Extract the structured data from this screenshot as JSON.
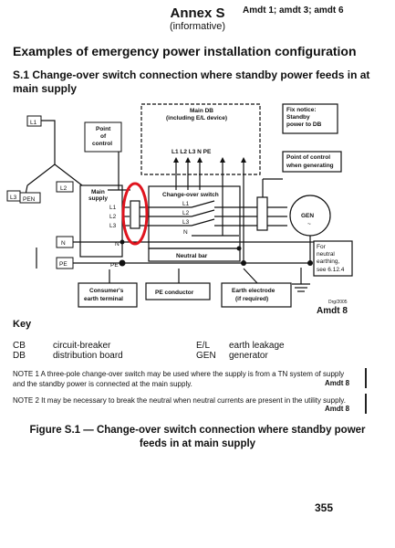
{
  "header": {
    "annex_title": "Annex S",
    "annex_subtitle": "(informative)",
    "amendments": "Amdt 1; amdt 3; amdt 6"
  },
  "section_heading": "Examples of emergency power installation configuration",
  "subsection_heading": "S.1 Change-over switch connection where standby power feeds in at main supply",
  "diagram": {
    "labels": {
      "l1_source": "L1",
      "l3_source": "L3",
      "pen": "PEN",
      "l2_source": "L2",
      "n_left": "N",
      "pe_left": "PE",
      "point_of_control_1": "Point",
      "point_of_control_2": "of",
      "point_of_control_3": "control",
      "main_supply_1": "Main",
      "main_supply_2": "supply",
      "ms_l1": "L1",
      "ms_l2": "L2",
      "ms_l3": "L3",
      "ms_n": "N",
      "ms_pe": "PE",
      "main_db_1": "Main DB",
      "main_db_2": "(including E/L device)",
      "db_terminals": "L1  L2  L3    N    PE",
      "changeover_switch": "Change-over switch",
      "cs_l1": "L1",
      "cs_l2": "L2",
      "cs_l3": "L3",
      "cs_n": "N",
      "neutral_bar": "Neutral bar",
      "fix_notice_1": "Fix notice:",
      "fix_notice_2": "Standby",
      "fix_notice_3": "power to DB",
      "poc_generating_1": "Point of control",
      "poc_generating_2": "when generating",
      "gen": "GEN",
      "gen_tilde": "~",
      "neutral_earthing_1": "For",
      "neutral_earthing_2": "neutral",
      "neutral_earthing_3": "earthing,",
      "neutral_earthing_4": "see 6.12.4",
      "consumer_earth_1": "Consumer's",
      "consumer_earth_2": "earth terminal",
      "pe_conductor": "PE conductor",
      "earth_electrode_1": "Earth electrode",
      "earth_electrode_2": "(if required)",
      "drg_no": "Drg/2005"
    },
    "amendment": "Amdt 8",
    "highlight_color": "#e0141e"
  },
  "key": {
    "title": "Key",
    "items": [
      {
        "abbr": "CB",
        "desc": "circuit-breaker"
      },
      {
        "abbr": "DB",
        "desc": "distribution board"
      },
      {
        "abbr": "E/L",
        "desc": "earth leakage"
      },
      {
        "abbr": "GEN",
        "desc": "generator"
      }
    ]
  },
  "notes": [
    {
      "text": "NOTE 1  A three-pole change-over switch may be used where the supply is from a TN system of supply and the standby power is connected at the main supply.",
      "amendment": "Amdt 8"
    },
    {
      "text": "NOTE 2  It may be necessary to break the neutral when neutral currents are present in the utility supply.",
      "amendment": "Amdt 8"
    }
  ],
  "figure_caption": "Figure S.1 — Change-over switch connection where standby power feeds in at main supply",
  "page_number": "355"
}
